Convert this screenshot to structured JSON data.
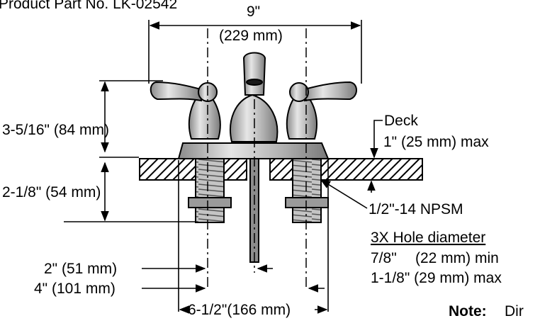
{
  "header": {
    "product_number": "Product Part No. LK-02542"
  },
  "dimensions": {
    "overall_width_in": "9\"",
    "overall_width_mm": "(229 mm)",
    "height_above_deck": "3-5/16\" (84 mm)",
    "shank_length": "2-1/8\" (54 mm)",
    "offset_2": "2\" (51 mm)",
    "offset_4": "4\" (101 mm)",
    "base_width": "6-1/2\"(166 mm)"
  },
  "callouts": {
    "deck_title": "Deck",
    "deck_max": "1\" (25 mm) max",
    "thread": "1/2\"-14 NPSM",
    "hole_heading": "3X Hole diameter",
    "hole_min_in": "7/8\"",
    "hole_min_mm": "(22 mm) min",
    "hole_max": "1-1/8\" (29 mm) max"
  },
  "note": {
    "label": "Note:",
    "text": "Dir"
  },
  "colors": {
    "ink": "#000000",
    "metal": "#b9b9b9",
    "metal_dark": "#7d7d7d",
    "background": "#ffffff"
  }
}
